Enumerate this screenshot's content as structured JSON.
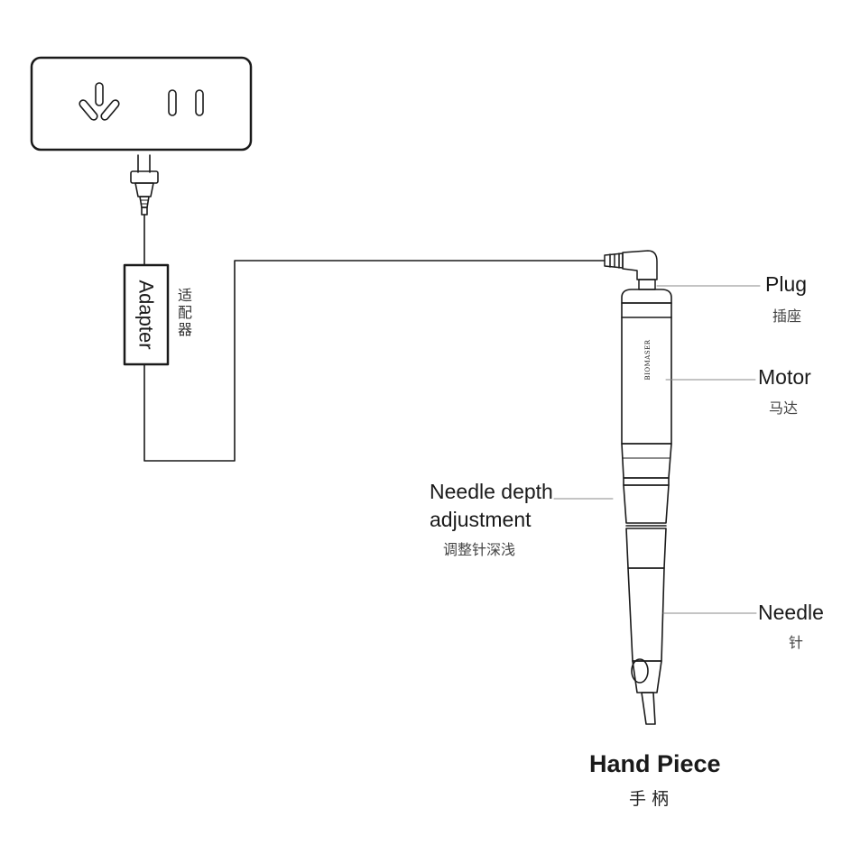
{
  "diagram": {
    "adapter": {
      "label": "Adapter",
      "label_cn": "适配器"
    },
    "callouts": {
      "plug": {
        "label": "Plug",
        "label_cn": "插座"
      },
      "motor": {
        "label": "Motor",
        "label_cn": "马达"
      },
      "depth": {
        "label_line1": "Needle depth",
        "label_line2": "adjustment",
        "label_cn": "调整针深浅"
      },
      "needle": {
        "label": "Needle",
        "label_cn": "针"
      }
    },
    "handpiece_title": {
      "label": "Hand Piece",
      "label_cn": "手 柄"
    },
    "brand": "BIOMASER"
  }
}
